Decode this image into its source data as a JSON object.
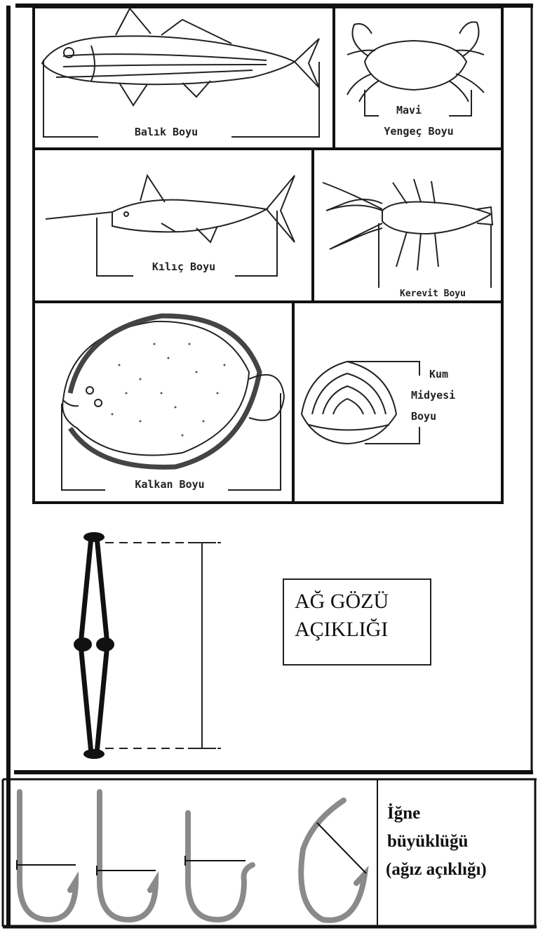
{
  "panels": {
    "fish": {
      "label": "Balık Boyu"
    },
    "crab": {
      "label_line1": "Mavi",
      "label_line2": "Yengeç Boyu"
    },
    "swordfish": {
      "label": "Kılıç Boyu"
    },
    "crayfish": {
      "label": "Kerevit Boyu"
    },
    "turbot": {
      "label": "Kalkan Boyu"
    },
    "clam": {
      "label_line1": "Kum",
      "label_line2": "Midyesi",
      "label_line3": "Boyu"
    }
  },
  "mesh": {
    "label_line1": "AĞ GÖZÜ",
    "label_line2": "AÇIKLIĞI"
  },
  "hooks": {
    "label_line1": "İğne",
    "label_line2": "büyüklüğü",
    "label_line3": "(ağız açıklığı)",
    "count": 4
  }
}
